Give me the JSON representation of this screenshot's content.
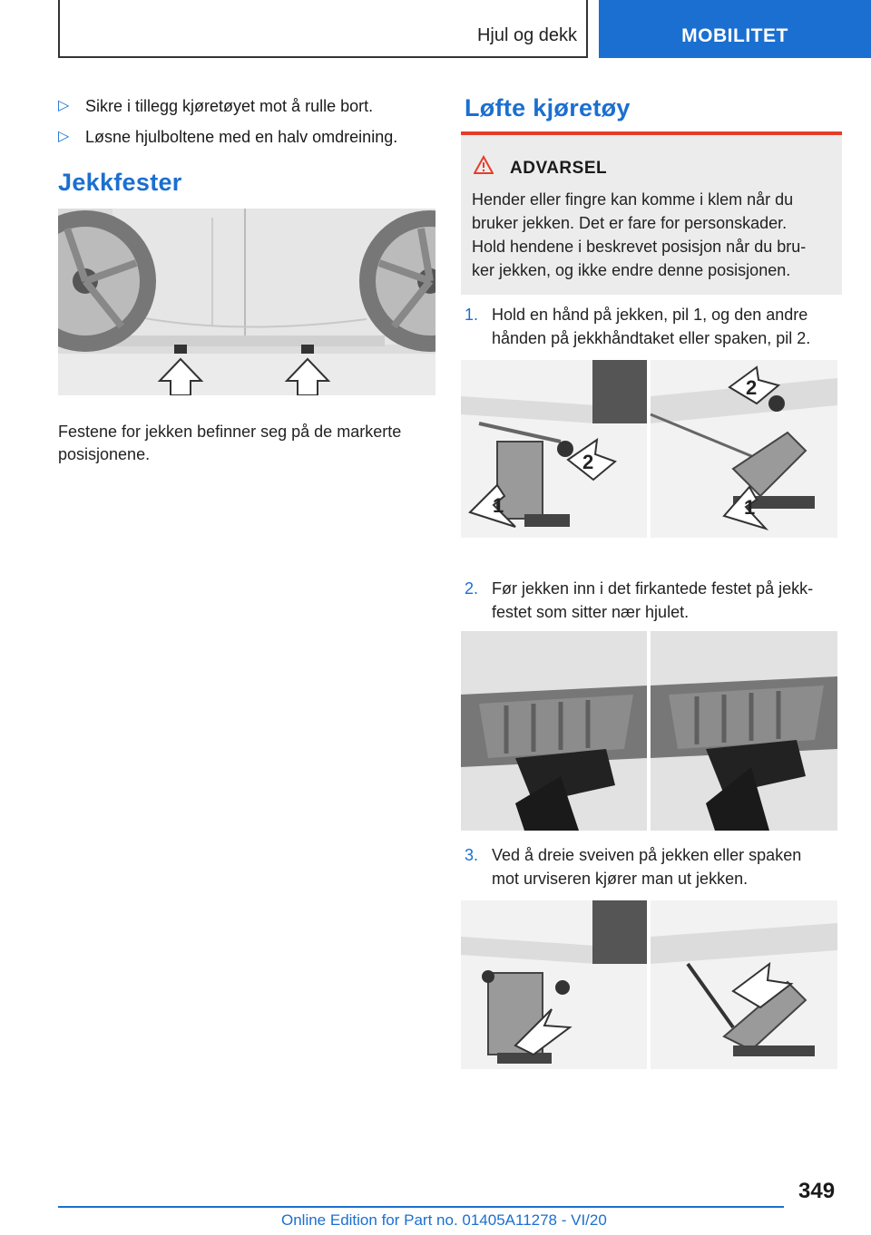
{
  "header": {
    "section": "Hjul og dekk",
    "tab": "MOBILITET"
  },
  "left": {
    "bullets": [
      "Sikre i tillegg kjøretøyet mot å rulle bort.",
      "Løsne hjulboltene med en halv omdreining."
    ],
    "heading": "Jekkfester",
    "caption_line1": "Festene for jekken befinner seg på de markerte",
    "caption_line2": "posisjonene."
  },
  "right": {
    "heading": "Løfte kjøretøy",
    "warning": {
      "title": "ADVARSEL",
      "lines": [
        "Hender eller fingre kan komme i klem når du",
        "bruker jekken. Det er fare for personskader.",
        "Hold hendene i beskrevet posisjon når du bru-",
        "ker jekken, og ikke endre denne posisjonen."
      ]
    },
    "steps": [
      {
        "num": "1.",
        "line1": "Hold en hånd på jekken, pil 1, og den andre",
        "line2": "hånden på jekkhåndtaket eller spaken, pil 2."
      },
      {
        "num": "2.",
        "line1": "Før jekken inn i det firkantede festet på jekk-",
        "line2": "festet som sitter nær hjulet."
      },
      {
        "num": "3.",
        "line1": "Ved å dreie sveiven på jekken eller spaken",
        "line2": "mot urviseren kjører man ut jekken."
      }
    ],
    "arrow_labels": [
      "1",
      "2",
      "1",
      "2"
    ]
  },
  "footer": {
    "page_number": "349",
    "edition": "Online Edition for Part no. 01405A11278 - VI/20"
  },
  "colors": {
    "accent": "#1b6fd0",
    "warning": "#e63c2b"
  }
}
